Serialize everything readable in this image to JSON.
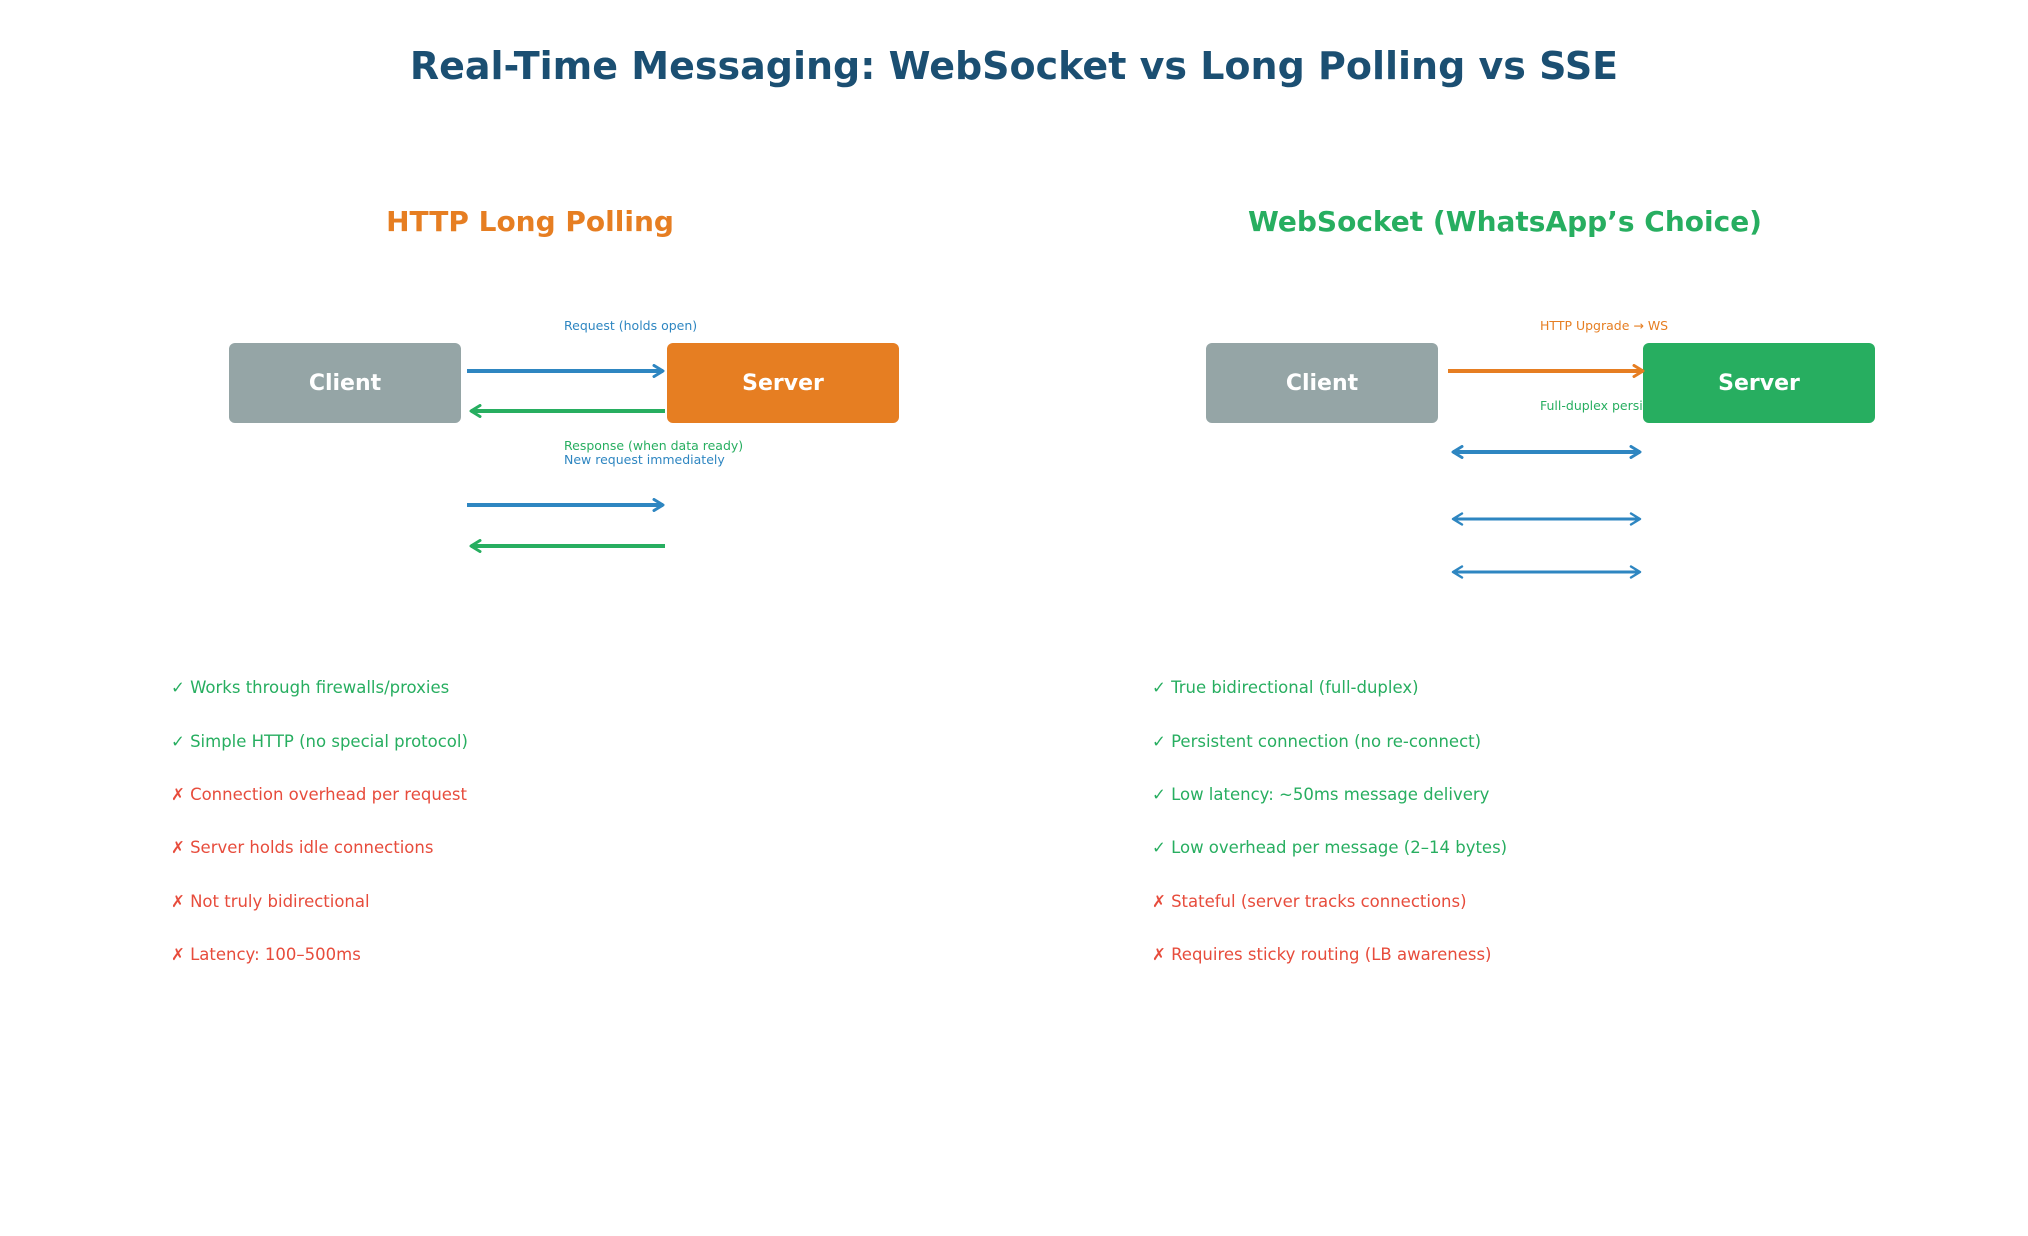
{
  "title": "Real-Time Messaging: WebSocket vs Long Polling vs SSE",
  "colors": {
    "title": "#1b4f72",
    "orange": "#e67e22",
    "green": "#27ae60",
    "blue": "#2e86c1",
    "gray": "#95a5a6",
    "red": "#e74c3c"
  },
  "long_polling": {
    "title": "HTTP Long Polling",
    "client_label": "Client",
    "server_label": "Server",
    "request_label": "Request (holds open)",
    "response_label": "Response (when data ready)",
    "new_request_label": "New request immediately",
    "pros": [
      "✓ Works through firewalls/proxies",
      "✓ Simple HTTP (no special protocol)"
    ],
    "cons": [
      "✗ Connection overhead per request",
      "✗ Server holds idle connections",
      "✗ Not truly bidirectional",
      "✗ Latency: 100–500ms"
    ]
  },
  "websocket": {
    "title": "WebSocket (WhatsApp’s Choice)",
    "client_label": "Client",
    "server_label": "Server",
    "upgrade_label": "HTTP Upgrade → WS",
    "duplex_label": "Full-duplex persi",
    "pros": [
      "✓ True bidirectional (full-duplex)",
      "✓ Persistent connection (no re-connect)",
      "✓ Low latency: ~50ms message delivery",
      "✓ Low overhead per message (2–14 bytes)"
    ],
    "cons": [
      "✗ Stateful (server tracks connections)",
      "✗ Requires sticky routing (LB awareness)"
    ]
  }
}
